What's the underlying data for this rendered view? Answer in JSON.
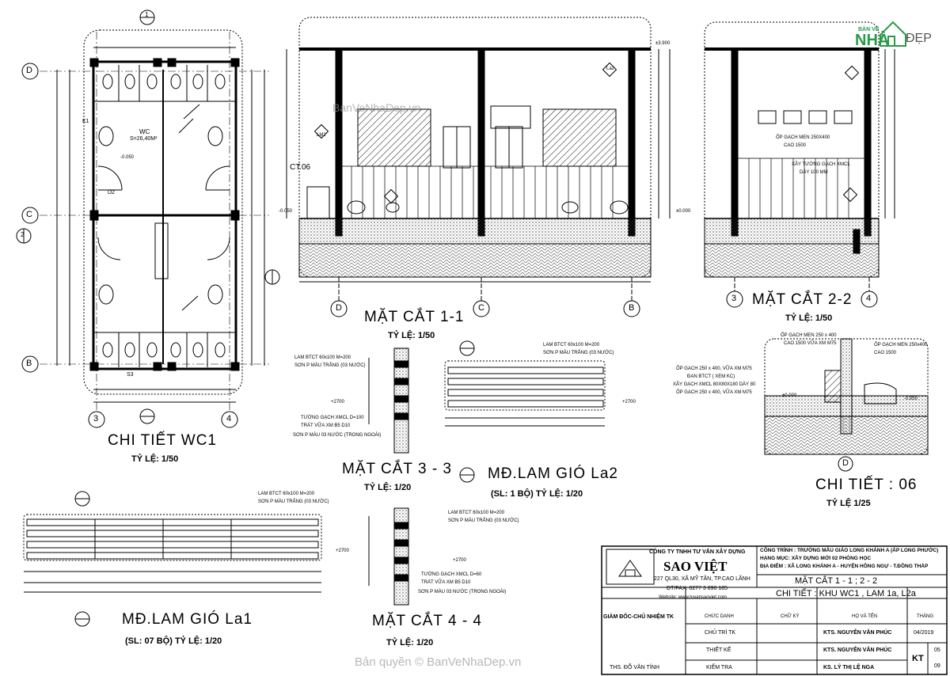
{
  "logo": {
    "line1": "BẢN VẼ",
    "nha": "NHÀ",
    "dep": "ĐẸP"
  },
  "watermarks": {
    "top": "BanVeNhaDep.vn",
    "bottom": "Bản quyền © BanVeNhaDep.vn"
  },
  "plan": {
    "title": "CHI TIẾT WC1",
    "scale": "TỶ LỆ: 1/50",
    "room": "WC",
    "area": "S=26,40M²",
    "level": "-0.050",
    "axes": {
      "top": "D",
      "mid": "C",
      "bot": "B",
      "left": "3",
      "right": "4",
      "cut2": "2",
      "cut1": "1"
    },
    "tags": {
      "k": "K1",
      "d": "D2",
      "s": "S3"
    }
  },
  "section1": {
    "title": "MẶT CẮT 1-1",
    "scale": "TỶ LỆ: 1/50",
    "ct": "CT.06",
    "lm": "LM2",
    "la": "La2",
    "lvl_top": "±3.900",
    "lvl_0": "±0.000",
    "lvl_m": "-0.050",
    "axes": [
      "D",
      "C",
      "B"
    ]
  },
  "section2": {
    "title": "MẶT CẮT 2-2",
    "scale": "TỶ LỆ: 1/50",
    "n1": "ỐP GẠCH MEN 250X400",
    "n2": "CAO 1500",
    "n3": "XÂY TƯỜNG GẠCH XMCL",
    "n4": "DÀY 100 MM",
    "axes": [
      "3",
      "4"
    ]
  },
  "section33": {
    "title": "MẶT CẮT 3 - 3",
    "scale": "TỶ LỆ: 1/20",
    "n1": "LAM BTCT 60x100 M=200",
    "n2": "SƠN P MÀU TRẮNG (03 NƯỚC)",
    "n3": "TƯỜNG GẠCH XMCL D=100",
    "n4": "TRÁT VỮA XM B5 D10",
    "n5": "SƠN P MÀU 03 NƯỚC (TRONG NGOÀI)",
    "lvl": "+2700"
  },
  "la2": {
    "title": "MĐ.LAM GIÓ La2",
    "scale": "(SL: 1 BỘ) TỶ LỆ: 1/20",
    "n1": "LAM BTCT 60x100 M=200",
    "n2": "SƠN P MÀU TRẮNG (03 NƯỚC)",
    "lvl": "+2700"
  },
  "detail06": {
    "title": "CHI TIẾT : 06",
    "scale": "TỶ LỆ 1/25",
    "n1": "ỐP GẠCH MEN 250 x 400",
    "n2": "CAO 1500 VỮA XM M75",
    "n3": "ỐP GẠCH MEN 250x400",
    "n4": "CAO 1500",
    "n5": "ỐP GẠCH 250 x 400, VỮA XM M75",
    "n6": "ĐAN BTCT ( XEM KC)",
    "n7": "XÂY GẠCH XMCL 80X80X180 DÀY 80",
    "n8": "ỐP GẠCH 250 x 400, VỮA XM M75",
    "lvl0": "±0.000",
    "lvlm": "-0.050",
    "axis": "D"
  },
  "la1": {
    "title": "MĐ.LAM GIÓ La1",
    "scale": "(SL: 07 BỘ) TỶ LỆ: 1/20",
    "n1": "LAM BTCT 60x100 M=200",
    "n2": "SƠN P MÀU TRẮNG (03 NƯỚC)",
    "lvl": "+2700"
  },
  "section44": {
    "title": "MẶT CẮT 4 - 4",
    "scale": "TỶ LỆ: 1/20",
    "n1": "LAM BTCT 60x100 M=200",
    "n2": "SƠN P MÀU TRẮNG (03 NƯỚC)",
    "n3": "TƯỜNG GẠCH XMCL D=60",
    "n4": "TRÁT VỮA XM B5 D10",
    "n5": "SƠN P MÀU 03 NƯỚC (TRONG NGOÀI)",
    "lvl": "+2700"
  },
  "titleblock": {
    "company": "CÔNG TY TNHH TƯ VẤN XÂY DỰNG",
    "brand": "SAO VIỆT",
    "addr": "227 QL30, XÃ MỸ TÂN, TP.CAO LÃNH",
    "tel": "ĐT/FAX: 0277 3 890 185",
    "web": "Website: www.tuvansaoviet.com",
    "project": "CÔNG TRÌNH : TRƯỜNG MẪU GIÁO LONG KHÁNH A (ẤP LONG PHƯỚC)",
    "item": "HẠNG MỤC: XÂY DỰNG MỚI 02 PHÒNG HỌC",
    "location": "ĐỊA ĐIỂM : XÃ LONG KHÁNH A - HUYỆN HỒNG NGỰ - T.ĐỒNG THÁP",
    "sheet1": "MẶT CẮT 1 - 1 ; 2 - 2",
    "sheet2": "CHI TIẾT : KHU WC1 , LAM 1a, L2a",
    "h_director": "GIÁM ĐỐC-CHỦ NHIỆM TK",
    "h_role": "CHỨC DANH",
    "h_sign": "CHỮ KÝ",
    "h_name": "HỌ VÀ TÊN",
    "h_month": "THÁNG",
    "r1_role": "CHỦ TRÌ TK",
    "r1_name": "KTS. NGUYỄN VĂN PHÚC",
    "r1_month": "04/2019",
    "r2_role": "THIẾT KẾ",
    "r2_name": "KTS. NGUYỄN VĂN PHÚC",
    "r3_role": "KIỂM TRA",
    "r3_name": "KS. LÝ THỊ LỆ NGA",
    "director": "THS. ĐỖ VĂN TÍNH",
    "code": "KT",
    "num1": "05",
    "num2": "09"
  }
}
